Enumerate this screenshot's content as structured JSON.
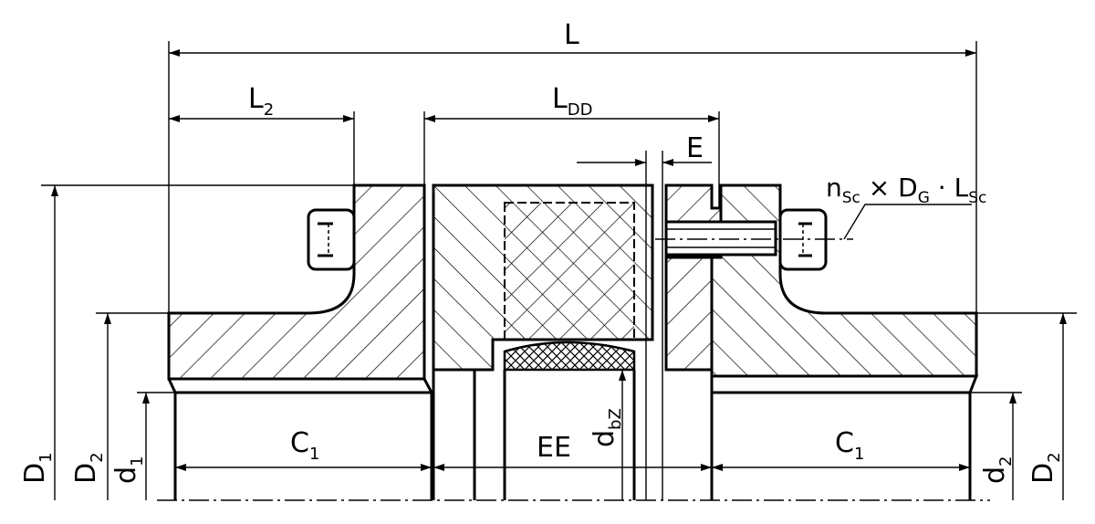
{
  "labels": {
    "L": "L",
    "L2": {
      "main": "L",
      "sub": "2"
    },
    "LDD": {
      "main": "L",
      "sub": "DD"
    },
    "E": "E",
    "screw": {
      "n": "n",
      "nSub": "Sc",
      "x": " × ",
      "D": "D",
      "DSub": "G",
      "dot": " · ",
      "L": "L",
      "LSub": "Sc"
    },
    "C1_left": {
      "main": "C",
      "sub": "1"
    },
    "C1_right": {
      "main": "C",
      "sub": "1"
    },
    "EE": "EE",
    "dbZ": {
      "main": "d",
      "sub": "bZ"
    },
    "D1": {
      "main": "D",
      "sub": "1"
    },
    "D2_left": {
      "main": "D",
      "sub": "2"
    },
    "d1": {
      "main": "d",
      "sub": "1"
    },
    "d2": {
      "main": "d",
      "sub": "2"
    },
    "D2_right": {
      "main": "D",
      "sub": "2"
    }
  },
  "colors": {
    "line": "#000000",
    "background": "#ffffff"
  }
}
